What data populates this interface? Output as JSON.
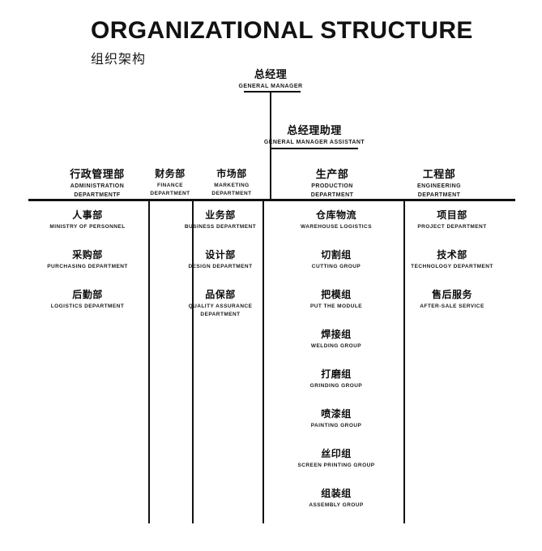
{
  "header": {
    "title_en": "ORGANIZATIONAL STRUCTURE",
    "title_cn": "组织架构"
  },
  "top": {
    "general_manager": {
      "cn": "总经理",
      "en": "GENERAL MANAGER"
    },
    "general_manager_assistant": {
      "cn": "总经理助理",
      "en": "GENERAL MANAGER ASSISTANT"
    }
  },
  "departments": [
    {
      "cn": "行政管理部",
      "en": "ADMINISTRATION<br>DEPARTMENTF"
    },
    {
      "cn": "财务部",
      "en": "FINANCE<br>DEPARTMENT"
    },
    {
      "cn": "市场部",
      "en": "MARKETING<br>DEPARTMENT"
    },
    {
      "cn": "生产部",
      "en": "PRODUCTION<br>DEPARTMENT"
    },
    {
      "cn": "工程部",
      "en": "ENGINEERING<br>DEPARTMENT"
    }
  ],
  "columns": {
    "administration": [
      {
        "cn": "人事部",
        "en": "MINISTRY OF PERSONNEL"
      },
      {
        "cn": "采购部",
        "en": "PURCHASING DEPARTMENT"
      },
      {
        "cn": "后勤部",
        "en": "LOGISTICS DEPARTMENT"
      }
    ],
    "finance": [],
    "marketing": [
      {
        "cn": "业务部",
        "en": "BUSINESS DEPARTMENT"
      },
      {
        "cn": "设计部",
        "en": "DESIGN DEPARTMENT"
      },
      {
        "cn": "品保部",
        "en": "QUALITY ASSURANCE<br>DEPARTMENT"
      }
    ],
    "production": [
      {
        "cn": "仓库物流",
        "en": "WAREHOUSE LOGISTICS"
      },
      {
        "cn": "切割组",
        "en": "CUTTING GROUP"
      },
      {
        "cn": "把模组",
        "en": "PUT THE MODULE"
      },
      {
        "cn": "焊接组",
        "en": "WELDING GROUP"
      },
      {
        "cn": "打磨组",
        "en": "GRINDING GROUP"
      },
      {
        "cn": "喷漆组",
        "en": "PAINTING GROUP"
      },
      {
        "cn": "丝印组",
        "en": "SCREEN PRINTING GROUP"
      },
      {
        "cn": "组装组",
        "en": "ASSEMBLY GROUP"
      }
    ],
    "engineering": [
      {
        "cn": "项目部",
        "en": "PROJECT DEPARTMENT"
      },
      {
        "cn": "技术部",
        "en": "TECHNOLOGY DEPARTMENT"
      },
      {
        "cn": "售后服务",
        "en": "AFTER-SALE SERVICE"
      }
    ]
  },
  "colors": {
    "line": "#111111",
    "text": "#0d0d0d",
    "background": "#ffffff"
  }
}
